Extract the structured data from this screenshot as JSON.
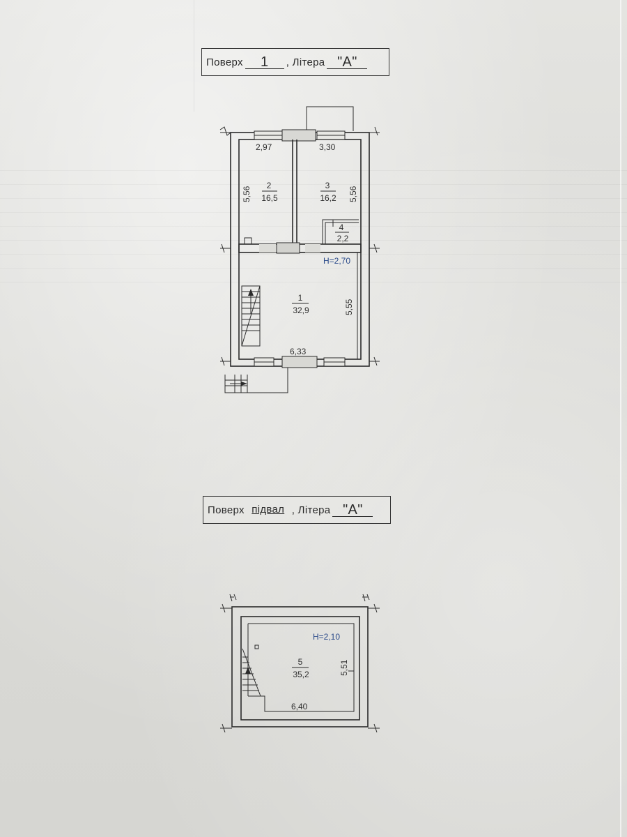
{
  "floor1": {
    "label_floor": "Поверх",
    "floor_value": "1",
    "label_letter": ", Літера",
    "letter_value": "\"А\"",
    "ceiling_height": "Н=2,70",
    "dimensions": {
      "top_left_width": "2,97",
      "top_right_width": "3,30",
      "left_height": "5,56",
      "right_height": "5,56",
      "main_height": "5,55",
      "main_width": "6,33"
    },
    "rooms": [
      {
        "number": "1",
        "area": "32,9"
      },
      {
        "number": "2",
        "area": "16,5"
      },
      {
        "number": "3",
        "area": "16,2"
      },
      {
        "number": "4",
        "area": "2,2"
      }
    ]
  },
  "basement": {
    "label_floor": "Поверх",
    "floor_value": "підвал",
    "label_letter": ", Літера",
    "letter_value": "\"А\"",
    "ceiling_height": "Н=2,10",
    "dimensions": {
      "height": "5,51",
      "width": "6,40"
    },
    "rooms": [
      {
        "number": "5",
        "area": "35,2"
      }
    ]
  }
}
